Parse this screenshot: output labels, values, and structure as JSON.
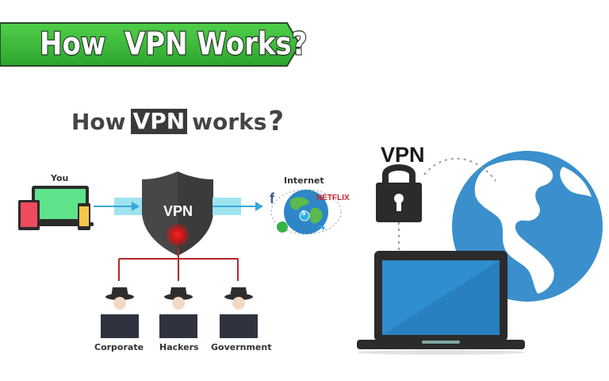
{
  "banner": {
    "title": "How  VPN Works?",
    "color": "#3dba3d"
  },
  "headline": {
    "prefix": "How",
    "highlight": "VPN",
    "suffix": "works",
    "punct": "?"
  },
  "left_diagram": {
    "you_label": "You",
    "shield_label": "VPN",
    "internet_label": "Internet",
    "netflix_label": "NETFLIX",
    "facebook_label": "f",
    "skype_label": "S",
    "observers": [
      {
        "label": "Corporate"
      },
      {
        "label": "Hackers"
      },
      {
        "label": "Government"
      }
    ],
    "colors": {
      "arrow": "#3aa7dc",
      "tunnel": "#9fe3ef",
      "shield": "#3b3b3b",
      "alert": "#e01010",
      "lines": "#b3262b"
    }
  },
  "right_illustration": {
    "lock_label": "VPN",
    "colors": {
      "globe": "#3a8fcc",
      "land": "#ffffff",
      "screen": "#2f8ed0",
      "laptop": "#2b2b2b"
    }
  }
}
